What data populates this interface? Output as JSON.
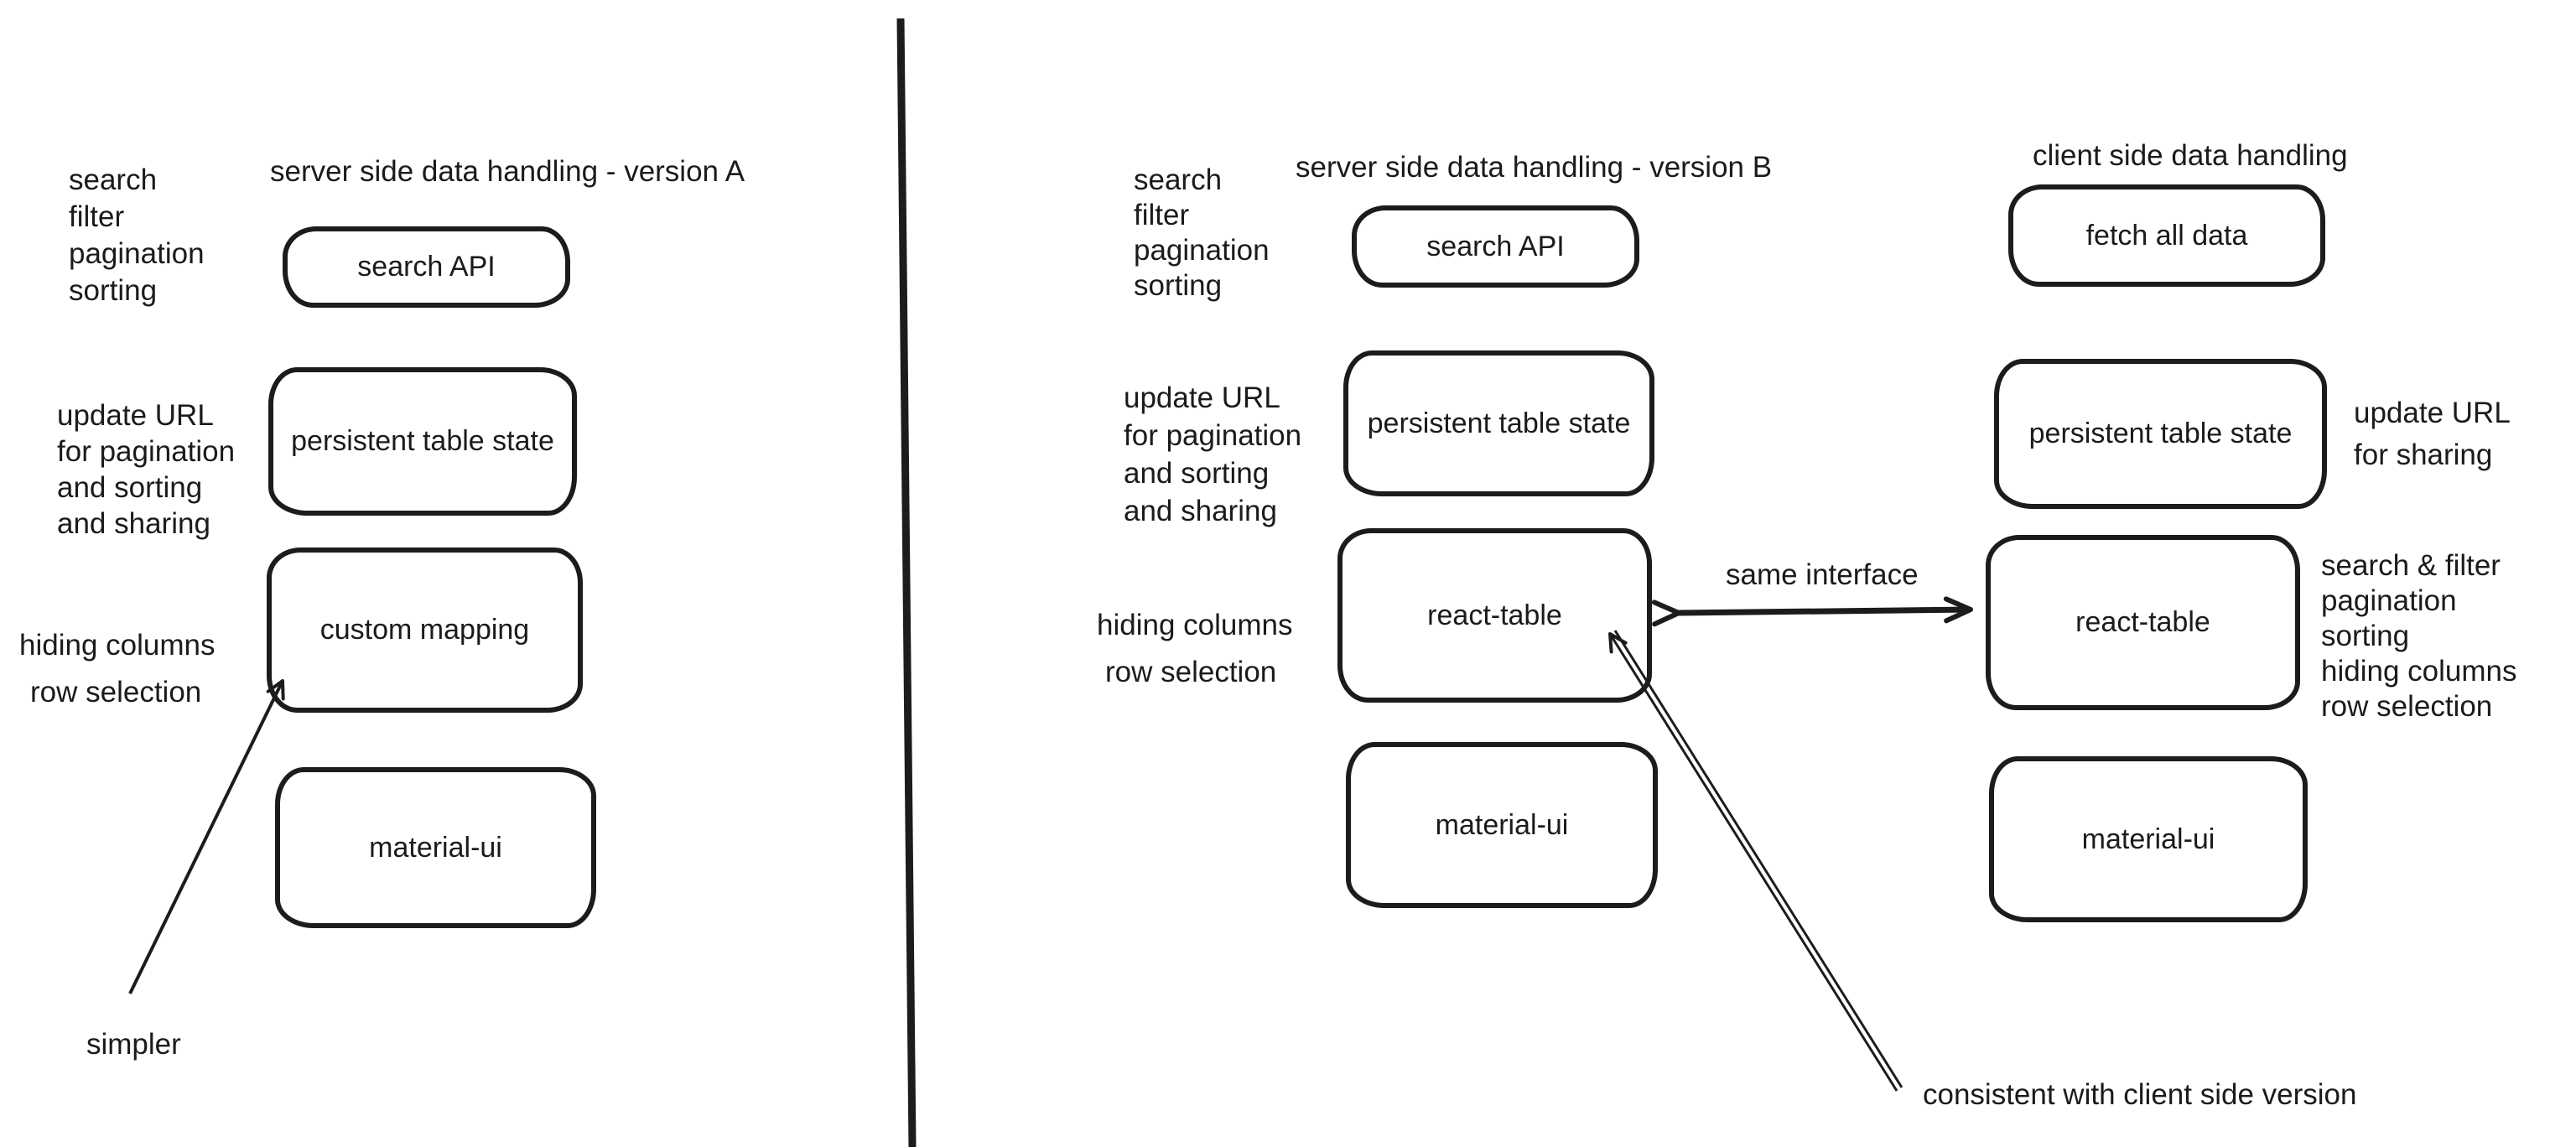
{
  "colors": {
    "ink": "#1c1c1c",
    "background": "#ffffff"
  },
  "columns": {
    "version_a": {
      "title": "server side data handling - version A",
      "top_note": "search\nfilter\npagination\nsorting",
      "url_note": "update URL\nfor pagination\nand sorting\nand sharing",
      "hiding_note": "hiding columns",
      "row_note": "row selection",
      "simpler_note": "simpler",
      "boxes": {
        "search_api": "search API",
        "persistent_table_state": "persistent table state",
        "custom_mapping": "custom mapping",
        "material_ui": "material-ui"
      }
    },
    "version_b": {
      "title": "server side data handling - version B",
      "top_note": "search\nfilter\npagination\nsorting",
      "url_note": "update URL\nfor pagination\nand sorting\nand sharing",
      "hiding_note": "hiding columns",
      "row_note": "row selection",
      "same_interface_label": "same interface",
      "consistent_note": "consistent with client side version",
      "boxes": {
        "search_api": "search API",
        "persistent_table_state": "persistent table state",
        "react_table": "react-table",
        "material_ui": "material-ui"
      }
    },
    "client_side": {
      "title": "client side data handling",
      "share_note": "update URL\nfor sharing",
      "features_note": "search & filter\npagination\nsorting\nhiding columns\nrow selection",
      "boxes": {
        "fetch_all_data": "fetch all data",
        "persistent_table_state": "persistent table state",
        "react_table": "react-table",
        "material_ui": "material-ui"
      }
    }
  }
}
